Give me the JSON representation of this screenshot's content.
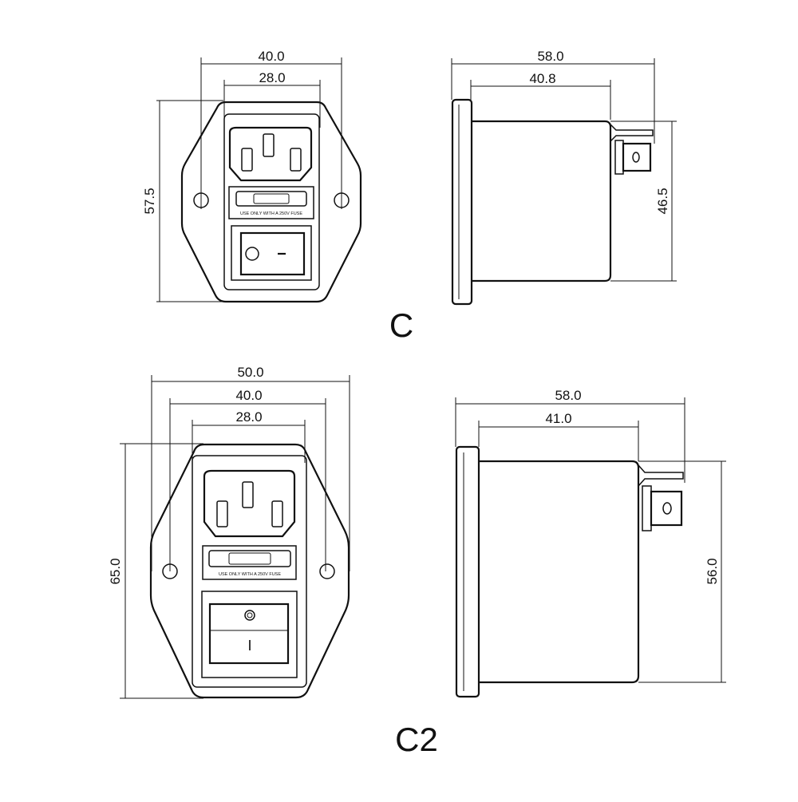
{
  "diagrams": {
    "c": {
      "caption": "C",
      "front": {
        "width_outer": "40.0",
        "width_inner": "28.0",
        "height": "57.5",
        "fuse_text": "USE ONLY WITH A 250V FUSE"
      },
      "side": {
        "depth_total": "58.0",
        "depth_body": "40.8",
        "height": "46.5"
      }
    },
    "c2": {
      "caption": "C2",
      "front": {
        "width_flange": "50.0",
        "width_outer": "40.0",
        "width_inner": "28.0",
        "height": "65.0",
        "fuse_text": "USE ONLY WITH A 250V FUSE",
        "switch_mark": "I"
      },
      "side": {
        "depth_total": "58.0",
        "depth_body": "41.0",
        "height": "56.0"
      }
    }
  },
  "colors": {
    "line": "#111111",
    "background": "#ffffff"
  }
}
